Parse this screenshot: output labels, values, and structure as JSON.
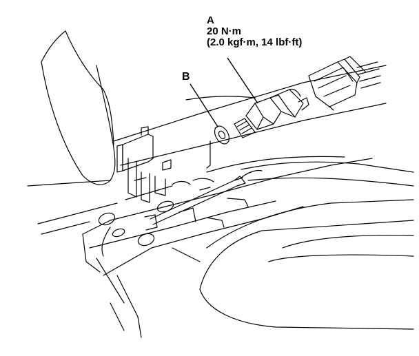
{
  "callouts": {
    "a": {
      "letter": "A",
      "torque_nm": "20 N·m",
      "torque_alt": "(2.0 kgf·m, 14 lbf·ft)"
    },
    "b": {
      "letter": "B"
    }
  }
}
